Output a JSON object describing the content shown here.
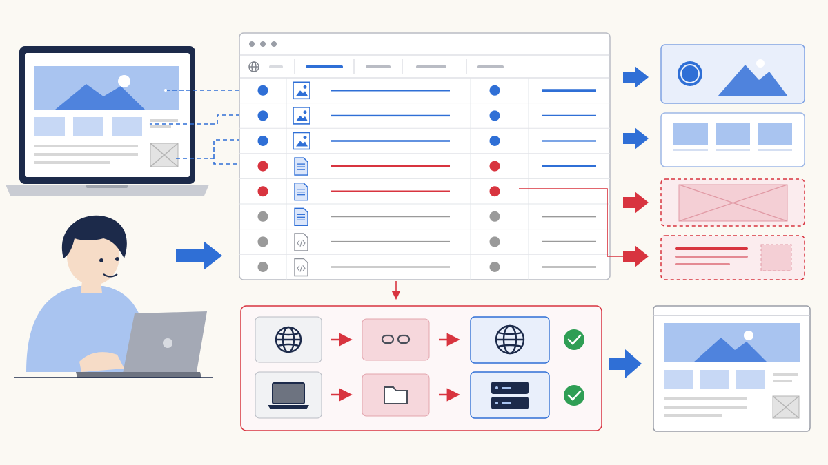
{
  "palette": {
    "background": "#fbf9f3",
    "blue": "#2f6fd6",
    "blue_light": "#a9c4f0",
    "blue_panel": "#e9effb",
    "red": "#d8343f",
    "red_light": "#f7d9de",
    "gray": "#9a9a9a",
    "navy": "#1c2a4a",
    "green": "#2f9e55"
  },
  "browser": {
    "window_dots": 3,
    "toolbar_icon": "globe-icon",
    "tabs": 4,
    "rows": [
      {
        "status": "blue",
        "icon": "image-icon",
        "line": "blue",
        "status2": "blue",
        "line2": "blue"
      },
      {
        "status": "blue",
        "icon": "image-icon",
        "line": "blue",
        "status2": "blue",
        "line2": "blue"
      },
      {
        "status": "blue",
        "icon": "image-icon",
        "line": "blue",
        "status2": "blue",
        "line2": "blue"
      },
      {
        "status": "red",
        "icon": "document-icon",
        "line": "red",
        "status2": "red",
        "line2": "blue"
      },
      {
        "status": "red",
        "icon": "document-icon",
        "line": "red",
        "status2": "red",
        "line2": "red-connector"
      },
      {
        "status": "gray",
        "icon": "document-icon",
        "line": "gray",
        "status2": "gray",
        "line2": "gray"
      },
      {
        "status": "gray",
        "icon": "code-file-icon",
        "line": "gray",
        "status2": "gray",
        "line2": "gray"
      },
      {
        "status": "gray",
        "icon": "code-file-icon",
        "line": "gray",
        "status2": "gray",
        "line2": "gray"
      }
    ]
  },
  "outputs": [
    {
      "kind": "image-hero",
      "state": "ok"
    },
    {
      "kind": "thumbnail-row",
      "state": "ok"
    },
    {
      "kind": "broken-image",
      "state": "error"
    },
    {
      "kind": "broken-text-block",
      "state": "error"
    }
  ],
  "process": {
    "rows": [
      {
        "source": "globe-icon",
        "middle": "broken-link-icon",
        "target": "globe-icon",
        "result": "check-icon"
      },
      {
        "source": "laptop-icon",
        "middle": "folder-icon",
        "target": "server-icon",
        "result": "check-icon"
      }
    ]
  }
}
